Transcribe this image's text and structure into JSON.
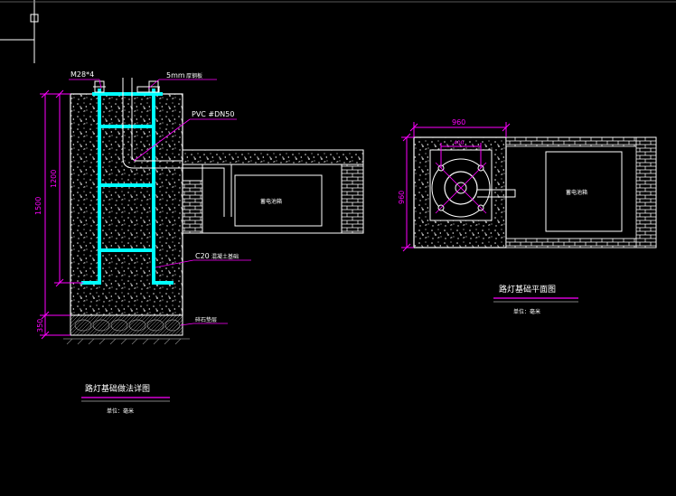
{
  "section": {
    "label_anchor_bolt": "M28*4",
    "label_plate": "5mm",
    "label_plate_note": "厚钢板",
    "label_pvc": "PVC #DN50",
    "label_concrete": "C20",
    "label_concrete_note": "混凝土基础",
    "label_gravel": "碎石垫层",
    "dim_total": "1500",
    "dim_inner": "1200",
    "dim_base": "350",
    "box_label": "蓄电池箱",
    "title": "路灯基础做法详图",
    "unit": "单位：毫米"
  },
  "plan": {
    "dim_width": "960",
    "dim_height": "960",
    "dim_bolt": "400",
    "box_label": "蓄电池箱",
    "title": "路灯基础平面图",
    "unit": "单位：毫米"
  },
  "colors": {
    "background": "#000000",
    "outline": "#ffffff",
    "pipe": "#00ffff",
    "dimension": "#ff00ff",
    "gray": "#bbbbbb"
  }
}
